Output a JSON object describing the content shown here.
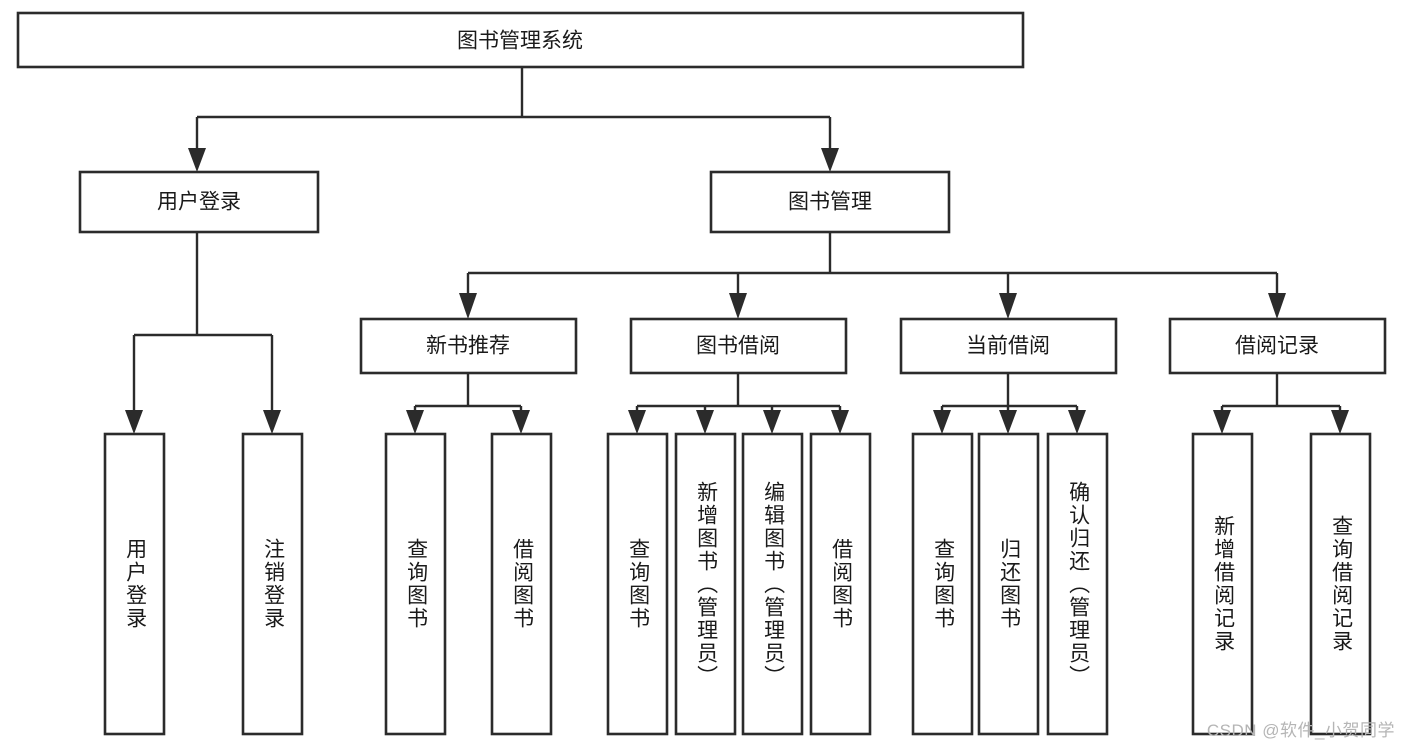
{
  "diagram": {
    "title": "图书管理系统",
    "type": "tree",
    "watermark": "CSDN @软件_小贺同学",
    "colors": {
      "stroke": "#2b2b2b",
      "fill": "#ffffff",
      "text": "#1a1a1a",
      "watermark": "#b5b5b5"
    },
    "levels": {
      "root": {
        "label": "图书管理系统"
      },
      "level2": [
        {
          "label": "用户登录"
        },
        {
          "label": "图书管理"
        }
      ],
      "level3": [
        {
          "label": "新书推荐"
        },
        {
          "label": "图书借阅"
        },
        {
          "label": "当前借阅"
        },
        {
          "label": "借阅记录"
        }
      ],
      "leaves": [
        {
          "label": "用户登录",
          "parent": "用户登录"
        },
        {
          "label": "注销登录",
          "parent": "用户登录"
        },
        {
          "label": "查询图书",
          "parent": "新书推荐"
        },
        {
          "label": "借阅图书",
          "parent": "新书推荐"
        },
        {
          "label": "查询图书",
          "parent": "图书借阅"
        },
        {
          "label": "新增图书（管理员）",
          "parent": "图书借阅"
        },
        {
          "label": "编辑图书（管理员）",
          "parent": "图书借阅"
        },
        {
          "label": "借阅图书",
          "parent": "图书借阅"
        },
        {
          "label": "查询图书",
          "parent": "当前借阅"
        },
        {
          "label": "归还图书",
          "parent": "当前借阅"
        },
        {
          "label": "确认归还（管理员）",
          "parent": "当前借阅"
        },
        {
          "label": "新增借阅记录",
          "parent": "借阅记录"
        },
        {
          "label": "查询借阅记录",
          "parent": "借阅记录"
        }
      ]
    }
  }
}
